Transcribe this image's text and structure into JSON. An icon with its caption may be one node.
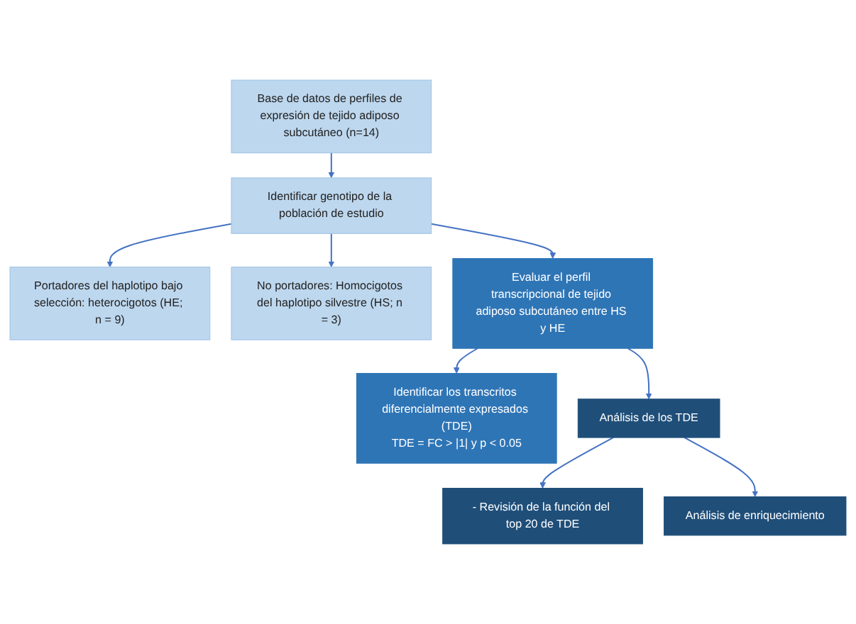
{
  "diagram": {
    "nodes": [
      {
        "text": [
          "Base de datos de perfiles de expresión de tejido adiposo subcutáneo (n=14)"
        ]
      },
      {
        "text": [
          "Identificar genotipo de la población de estudio"
        ]
      },
      {
        "text": [
          "Portadores del haplotipo bajo selección: heterocigotos (HE; n = 9)"
        ]
      },
      {
        "text": [
          "No portadores: Homocigotos del haplotipo silvestre (HS; n = 3)"
        ]
      },
      {
        "text": [
          "Evaluar el perfil transcripcional de tejido adiposo subcutáneo entre HS y HE"
        ]
      },
      {
        "text": [
          "Identificar los transcritos diferencialmente expresados (TDE)",
          "TDE = FC > |1| y p < 0.05"
        ]
      },
      {
        "text": [
          "Análisis de los TDE"
        ]
      },
      {
        "text": [
          "- Revisión de la función del top 20 de TDE"
        ]
      },
      {
        "text": [
          "Análisis de enriquecimiento"
        ]
      }
    ],
    "edges": [
      {
        "from": 0,
        "to": 1,
        "arrow": "to"
      },
      {
        "from": 1,
        "to": 2,
        "arrow": "to"
      },
      {
        "from": 1,
        "to": 3,
        "arrow": "to"
      },
      {
        "from": 1,
        "to": 4,
        "arrow": "to"
      },
      {
        "from": 4,
        "to": 5,
        "arrow": "to"
      },
      {
        "from": 4,
        "to": 6,
        "arrow": "to"
      },
      {
        "from": 6,
        "to": 7,
        "arrow": "to"
      },
      {
        "from": 6,
        "to": 8,
        "arrow": "to"
      }
    ]
  }
}
